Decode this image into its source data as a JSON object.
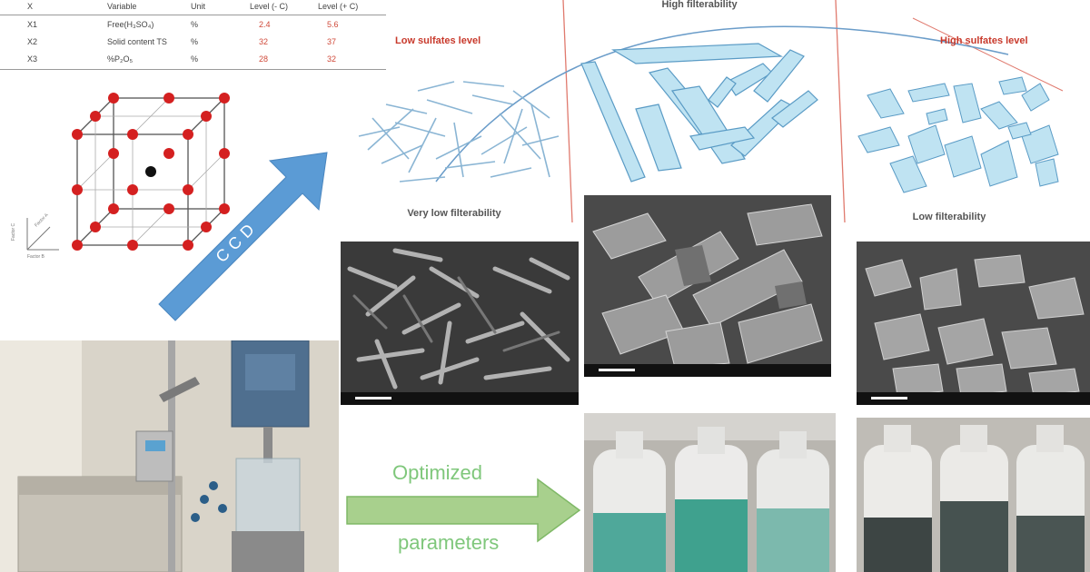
{
  "table": {
    "headers": [
      "X",
      "Variable",
      "Unit",
      "Level (- C)",
      "Level (+ C)"
    ],
    "rows": [
      {
        "id": "X1",
        "variable": "Free(H₃SO₄)",
        "unit": "%",
        "low": "2.4",
        "high": "5.6"
      },
      {
        "id": "X2",
        "variable": "Solid content TS",
        "unit": "%",
        "low": "32",
        "high": "37"
      },
      {
        "id": "X3",
        "variable": "%P₂O₅",
        "unit": "%",
        "low": "28",
        "high": "32"
      }
    ]
  },
  "design": {
    "arrow_text": "CCD",
    "axis_labels": [
      "Factor C",
      "Factor B",
      "Factor A"
    ]
  },
  "crystals": {
    "low_sulfates": "Low sulfates level",
    "high_filterability": "High filterability",
    "high_sulfates": "High sulfates level",
    "very_low_filterability": "Very low filterability",
    "low_filterability": "Low filterability"
  },
  "optimized": {
    "line1": "Optimized",
    "line2": "parameters"
  },
  "colors": {
    "arrow_blue": "#5b9bd5",
    "crystal_blue": "#bfe3f2",
    "red_point": "#d42020",
    "green_arrow": "#a8d08d",
    "label_red": "#c8392b"
  }
}
